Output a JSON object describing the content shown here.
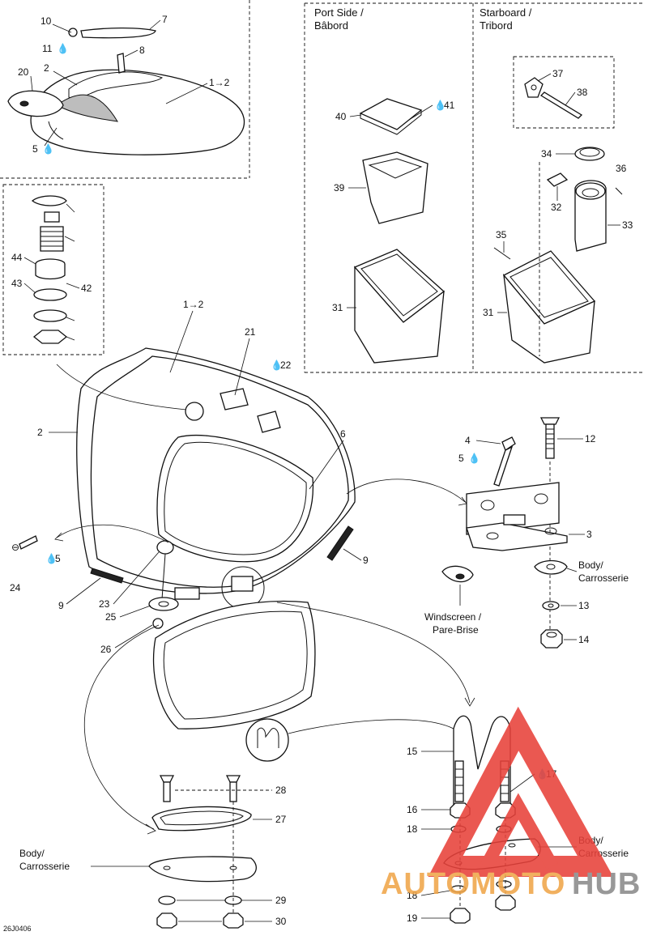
{
  "diagram_code": "26J0406",
  "headers": {
    "port": "Port Side /",
    "port_fr": "Bâbord",
    "starboard": "Starboard /",
    "starboard_fr": "Tribord"
  },
  "captions": {
    "body": "Body/",
    "body_fr": "Carrosserie",
    "windscreen": "Windscreen /",
    "windscreen_fr": "Pare-Brise"
  },
  "watermark": {
    "text_auto": "AUTOMOTO",
    "text_hub": "HUB",
    "color_red": "#e8413a",
    "color_orange": "#f0a64a",
    "color_gray": "#8a8a8a"
  },
  "labels": {
    "l10": "10",
    "l7": "7",
    "l11": "11",
    "l8": "8",
    "l20": "20",
    "l2a": "2",
    "l1to2a": "1→2",
    "l5a": "5",
    "l44": "44",
    "l43": "43",
    "l42": "42",
    "l40": "40",
    "l41": "41",
    "l39": "39",
    "l31a": "31",
    "l37": "37",
    "l38": "38",
    "l34": "34",
    "l36": "36",
    "l32": "32",
    "l33": "33",
    "l35": "35",
    "l31b": "31",
    "l1to2b": "1→2",
    "l21": "21",
    "l22": "22",
    "l2b": "2",
    "l6": "6",
    "l4": "4",
    "l5b": "5",
    "l12": "12",
    "l3": "3",
    "l13": "13",
    "l14": "14",
    "l5c": "5",
    "l24": "24",
    "l9a": "9",
    "l9b": "9",
    "l23": "23",
    "l25": "25",
    "l26": "26",
    "l15": "15",
    "l17": "17",
    "l16": "16",
    "l18a": "18",
    "l18b": "18",
    "l19": "19",
    "l28": "28",
    "l27": "27",
    "l29": "29",
    "l30": "30"
  }
}
